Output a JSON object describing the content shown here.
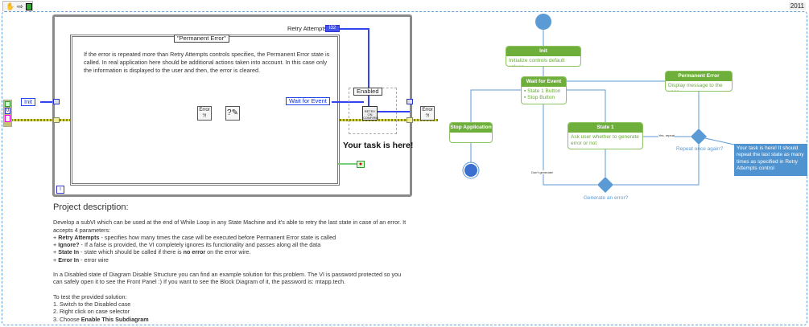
{
  "toolbar": {
    "icons": [
      "hand-icon",
      "arrow-icon",
      "vi-icon"
    ],
    "version": "2011"
  },
  "block_diagram": {
    "case_selector": "\"Permanent Error\"",
    "case_note": "If the error is repeated more than Retry Attempts controls specifies, the Permanent Error state is called. In real application here should be additional actions taken into account. In this case only the information is displayed to the user and then, the error is cleared.",
    "retry_attempts_label": "Retry Attempts",
    "retry_attempts_type": "I32",
    "init_constant": "Init",
    "wait_constant": "Wait for Event",
    "disable_selector": "Enabled",
    "subvi_label": "RETRY ON CONFIRM",
    "task_label": "Your task is here!",
    "iteration": "i",
    "cluster_value": "0",
    "error_icon_label": "Error ?!",
    "wire_colors": {
      "error": "#8a8a00",
      "enum": "#3344ee",
      "boolean": "#2a8a2a"
    }
  },
  "state_diagram": {
    "states": [
      {
        "title": "Init",
        "body": "Initialize controls default values"
      },
      {
        "title": "Wait for Event",
        "items": [
          "State 1 Button",
          "Stop Button"
        ]
      },
      {
        "title": "Permanent Error",
        "body": "Display message to the user"
      },
      {
        "title": "Stop Application",
        "body": ""
      },
      {
        "title": "State 1",
        "body": "Ask user whether to generate error or not"
      }
    ],
    "decisions": {
      "repeat": "Repeat once again?",
      "generate": "Generate an error?"
    },
    "edge_labels": {
      "yes_repeat": "Yes, repeat",
      "dont_generate": "Don't generate!"
    },
    "task_note": "Your task is here! It should repeat the last state as many times as specified in Retry Attempts control",
    "colors": {
      "header": "#6eaf3c",
      "flow": "#5b9bd5",
      "note": "#4f93d0"
    }
  },
  "description": {
    "heading": "Project description:",
    "intro": "Develop a subVI which can be used at the end of While Loop in any State Machine and it's able to retry the last state in case of an error. It accepts 4 parameters:",
    "params": [
      {
        "name": "Retry Attempts",
        "text": " - specifies how many times the case will be executed before Permanent Error state is called"
      },
      {
        "name": "Ignore?",
        "text": " - If a false is provided, the VI completely ignores its functionality and passes along all the data"
      },
      {
        "name": "State In",
        "text": " - state which should be called if there is ",
        "bold2": "no error",
        "text2": " on the error wire."
      },
      {
        "name": "Error In",
        "text": " - error wire"
      }
    ],
    "solution": "In a Disabled state of Diagram Disable Structure you can find an example solution for this problem. The VI is password protected so you can safely open it to see the Front Panel :) If you want to see the Block Diagram of it, the password is: mtapp.tech.",
    "test_heading": "To test the provided solution:",
    "steps": [
      "1. Switch to the Disabled case",
      "2. Right click on case selector",
      "3. Choose "
    ],
    "step3_bold": "Enable This Subdiagram"
  }
}
